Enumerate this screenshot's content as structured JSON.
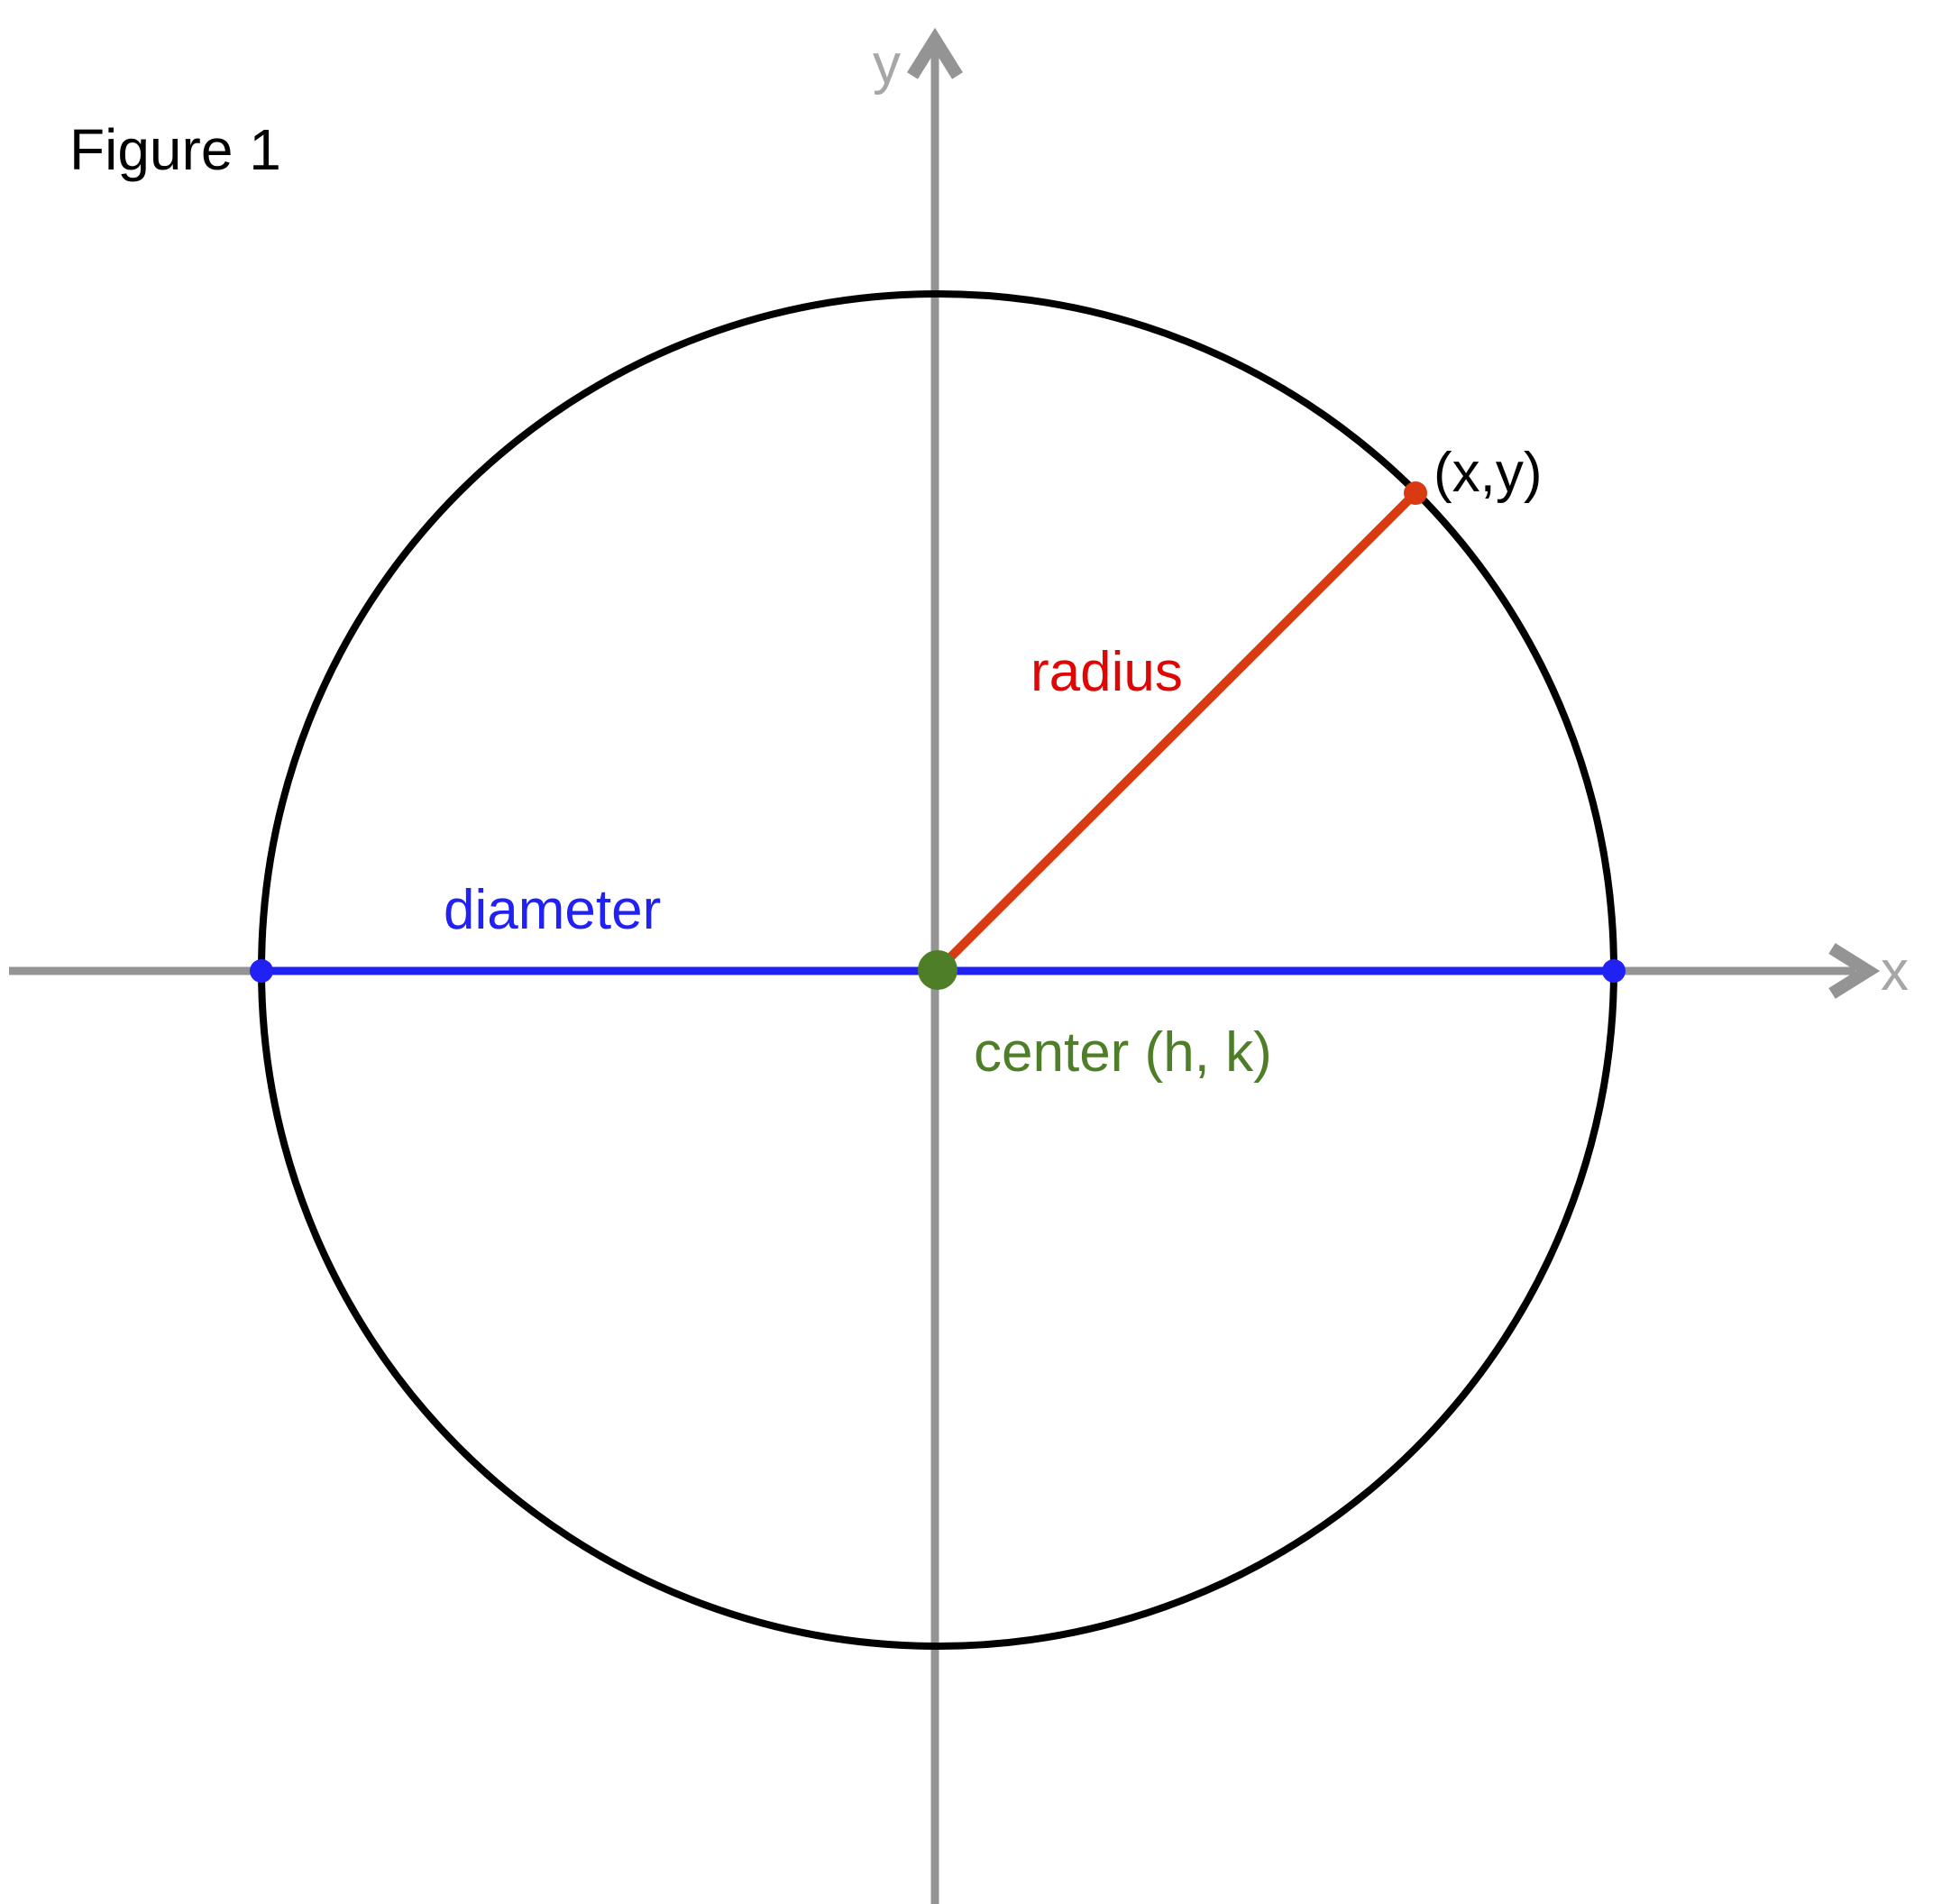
{
  "figure": {
    "title": "Figure 1"
  },
  "axes": {
    "x_label": "x",
    "y_label": "y"
  },
  "labels": {
    "point": "(x,y)",
    "radius": "radius",
    "diameter": "diameter",
    "center": "center (h, k)"
  },
  "colors": {
    "text": "#000000",
    "circle": "#000000",
    "axis_line": "#949494",
    "axis_label": "#a6a6a6",
    "diameter": "#2121f3",
    "radius_line": "#d93a12",
    "radius_text": "#dd0806",
    "center": "#4e7f28"
  }
}
